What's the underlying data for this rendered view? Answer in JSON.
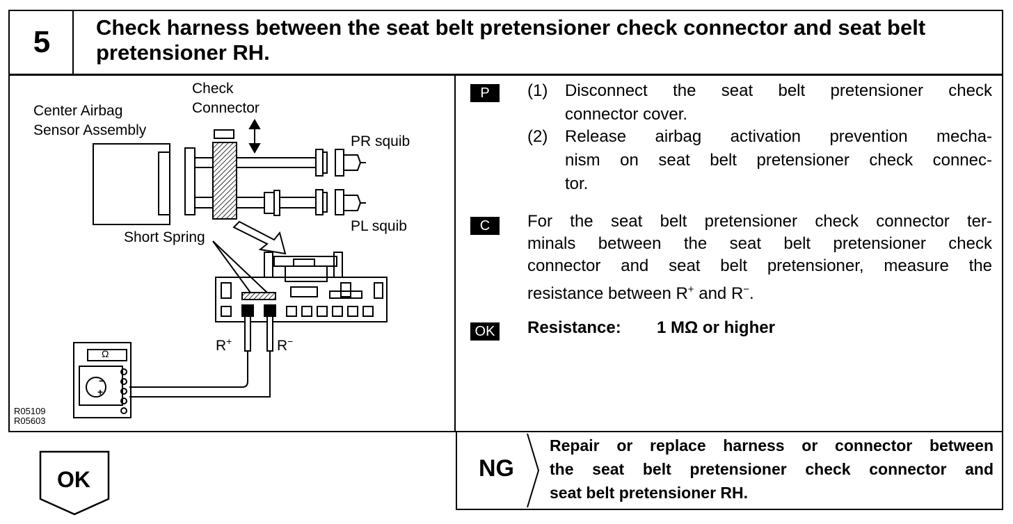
{
  "step": {
    "number": "5",
    "title": "Check harness between the seat belt pretensioner check connector and seat belt pretensioner RH."
  },
  "diagram": {
    "labels": {
      "check_line1": "Check",
      "check_line2": "Connector",
      "center_line1": "Center Airbag",
      "center_line2": "Sensor Assembly",
      "pr_squib": "PR squib",
      "pl_squib": "PL squib",
      "short_spring": "Short Spring",
      "r_plus": "R",
      "r_minus": "R",
      "ohm": "Ω",
      "code1": "R05109",
      "code2": "R05603"
    }
  },
  "instructions": {
    "p_badge": "P",
    "p1_num": "(1)",
    "p1_line1": "Disconnect the seat belt pretensioner check",
    "p1_line2": "connector cover.",
    "p2_num": "(2)",
    "p2_line1": "Release airbag activation prevention mecha-",
    "p2_line2": "nism on seat belt pretensioner check connec-",
    "p2_line3": "tor.",
    "c_badge": "C",
    "c_line1": "For the seat belt pretensioner check connector ter-",
    "c_line2": "minals between the seat belt pretensioner check",
    "c_line3": "connector and seat belt pretensioner, measure the",
    "c_line4a": "resistance between R",
    "c_line4b": " and R",
    "c_line4c": ".",
    "ok_badge": "OK",
    "resistance_label": "Resistance:",
    "resistance_value": "1 MΩ or higher"
  },
  "result": {
    "ok": "OK",
    "ng": "NG",
    "ng_text_line1": "Repair or replace harness or connector between",
    "ng_text_line2": "the seat belt pretensioner check connector and",
    "ng_text_line3": "seat belt pretensioner RH."
  }
}
